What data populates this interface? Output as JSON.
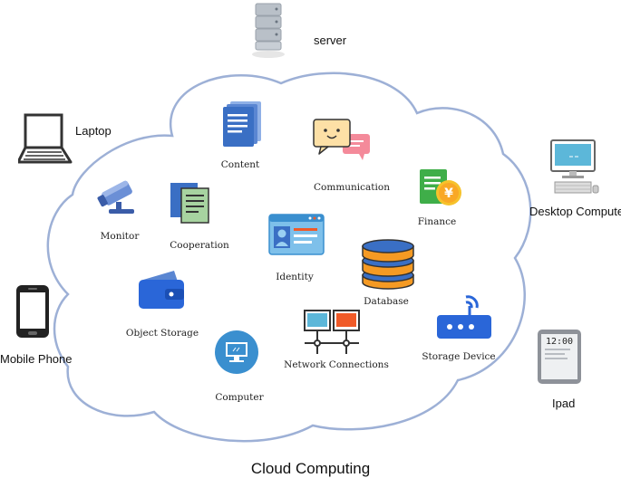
{
  "title": "Cloud Computing",
  "external_devices": {
    "server": "server",
    "laptop": "Laptop",
    "desktop": "Desktop Computer",
    "mobile": "Mobile Phone",
    "ipad": "Ipad",
    "ipad_screen_time": "12:00"
  },
  "cloud_services": {
    "content": "Content",
    "communication": "Communication",
    "monitor": "Monitor",
    "cooperation": "Cooperation",
    "finance": "Finance",
    "identity": "Identity",
    "database": "Database",
    "object_storage": "Object Storage",
    "network_connections": "Network Connections",
    "storage_device": "Storage Device",
    "computer": "Computer"
  },
  "colors": {
    "cloud_outline": "#9db0d6",
    "icon_blue": "#3a6fc4",
    "icon_green": "#3fae49",
    "icon_orange": "#f05a28",
    "icon_dark": "#333333"
  }
}
